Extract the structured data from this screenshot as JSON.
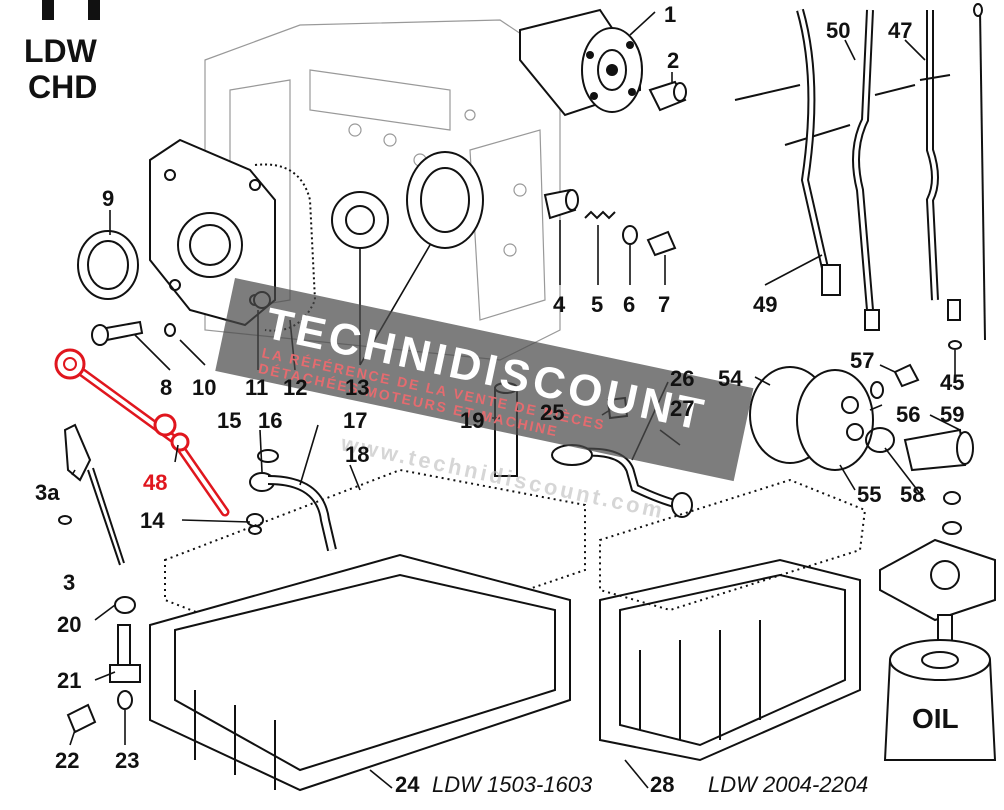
{
  "header": {
    "model_line1": "LDW",
    "model_line2": "CHD"
  },
  "labels": {
    "p1": "1",
    "p2": "2",
    "p3": "3",
    "p3a": "3a",
    "p4": "4",
    "p5": "5",
    "p6": "6",
    "p7": "7",
    "p8": "8",
    "p9": "9",
    "p10": "10",
    "p11": "11",
    "p12": "12",
    "p13": "13",
    "p14": "14",
    "p15": "15",
    "p16": "16",
    "p17": "17",
    "p18": "18",
    "p19": "19",
    "p20": "20",
    "p21": "21",
    "p22": "22",
    "p23": "23",
    "p24": "24",
    "p25": "25",
    "p26": "26",
    "p27": "27",
    "p28": "28",
    "p45": "45",
    "p47": "47",
    "p48": "48",
    "p49": "49",
    "p50": "50",
    "p54": "54",
    "p55": "55",
    "p56": "56",
    "p57": "57",
    "p58": "58",
    "p59": "59"
  },
  "captions": {
    "pan24": "LDW 1503-1603",
    "pan28": "LDW 2004-2204"
  },
  "filter_text": "OIL",
  "watermark": {
    "brand": "TECHNIDISCOUNT",
    "tagline1": "LA RÉFÉRENCE DE LA VENTE DE PIÈCES",
    "tagline2": "DÉTACHÉES MOTEURS ET MACHINE",
    "url": "www.technidiscount.com"
  },
  "colors": {
    "highlight": "#e0161e",
    "ink": "#111111",
    "watermark_band": "#4b4b4b"
  }
}
